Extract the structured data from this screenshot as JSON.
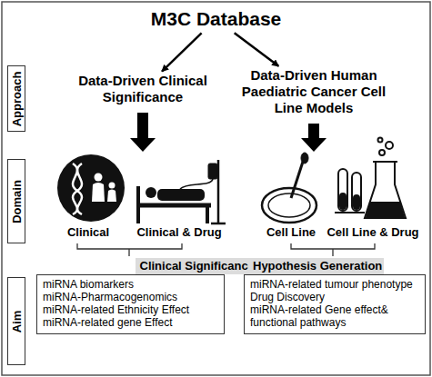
{
  "diagram": {
    "nodes": [
      {
        "text": [
          "M3C Database"
        ]
      },
      {
        "text": [
          "Approach"
        ]
      },
      {
        "text": [
          "Domain"
        ]
      },
      {
        "text": [
          "Aim"
        ]
      },
      {
        "text": [
          "Data-Driven Clinical Significance"
        ]
      },
      {
        "text": [
          "Data-Driven Human Paediatric Cancer Cell Line Models"
        ]
      },
      {
        "text": [
          "Clinical Significance"
        ]
      },
      {
        "text": [
          "miRNA biomarkers",
          "miRNA-Pharmacogenomics",
          "miRNA-related Ethnicity Effect",
          "miRNA-related gene Effect"
        ]
      },
      {
        "text": [
          "Hypothesis Generation"
        ]
      },
      {
        "text": [
          "miRNA-related tumour phenotype",
          "Drug Discovery",
          "miRNA-related Gene effect& functional pathways"
        ]
      }
    ],
    "edges": [
      {
        "from": 0,
        "to": 4,
        "arrow": "to"
      },
      {
        "from": 0,
        "to": 5,
        "arrow": "to"
      }
    ],
    "labels": [
      "Clinical",
      "Clinical & Drug",
      "Cell Line",
      "Cell Line & Drug"
    ]
  }
}
